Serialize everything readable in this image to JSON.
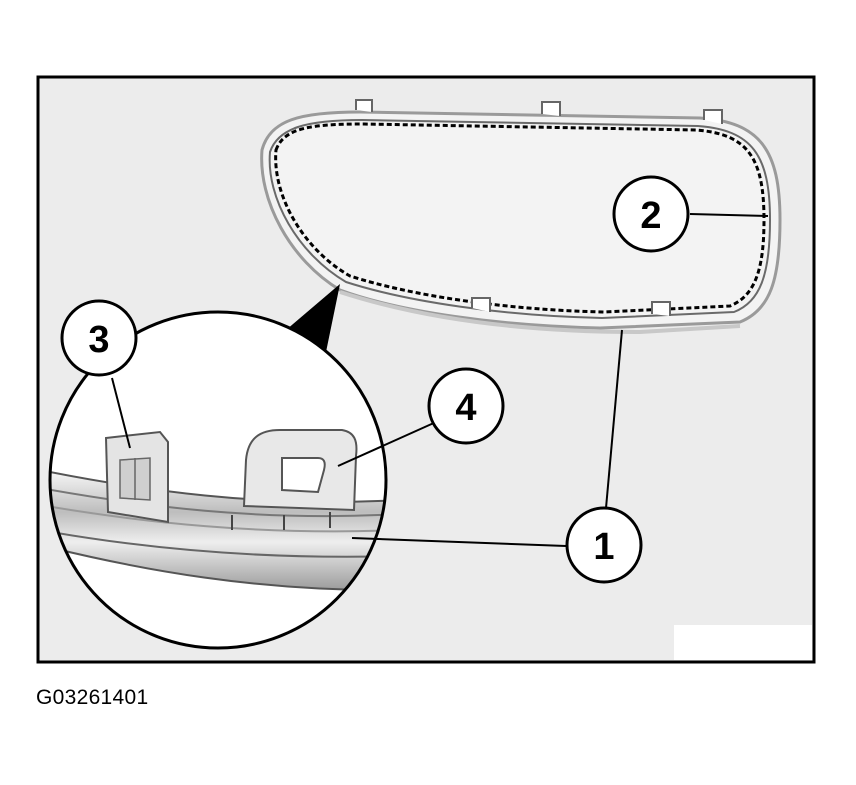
{
  "figure_id": "G03261401",
  "callouts": [
    {
      "label": "1",
      "part": "trim-strip"
    },
    {
      "label": "2",
      "part": "lens-outline"
    },
    {
      "label": "3",
      "part": "retaining-clip"
    },
    {
      "label": "4",
      "part": "mounting-tab"
    }
  ]
}
